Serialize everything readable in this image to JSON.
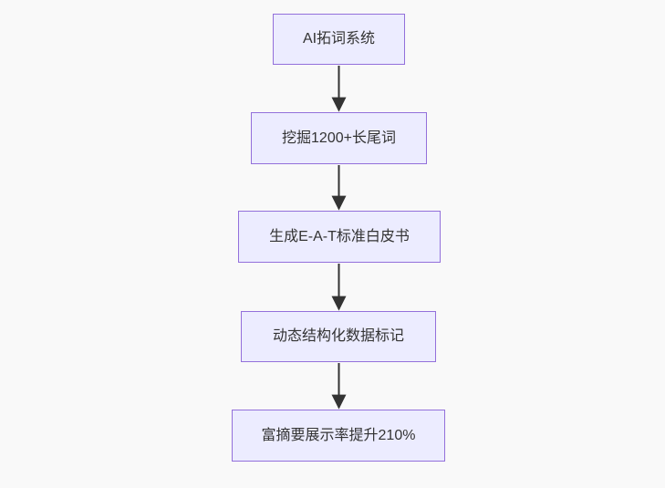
{
  "diagram": {
    "type": "flowchart",
    "direction": "top-down",
    "colors": {
      "background": "#f9f9f9",
      "node_fill": "#ececff",
      "node_border": "#9370db",
      "node_text": "#333333",
      "arrow": "#333333"
    },
    "nodes": [
      {
        "label": "AI拓词系统"
      },
      {
        "label": "挖掘1200+长尾词"
      },
      {
        "label": "生成E-A-T标准白皮书"
      },
      {
        "label": "动态结构化数据标记"
      },
      {
        "label": "富摘要展示率提升210%"
      }
    ],
    "edges": [
      {
        "from": 0,
        "to": 1
      },
      {
        "from": 1,
        "to": 2
      },
      {
        "from": 2,
        "to": 3
      },
      {
        "from": 3,
        "to": 4
      }
    ]
  }
}
